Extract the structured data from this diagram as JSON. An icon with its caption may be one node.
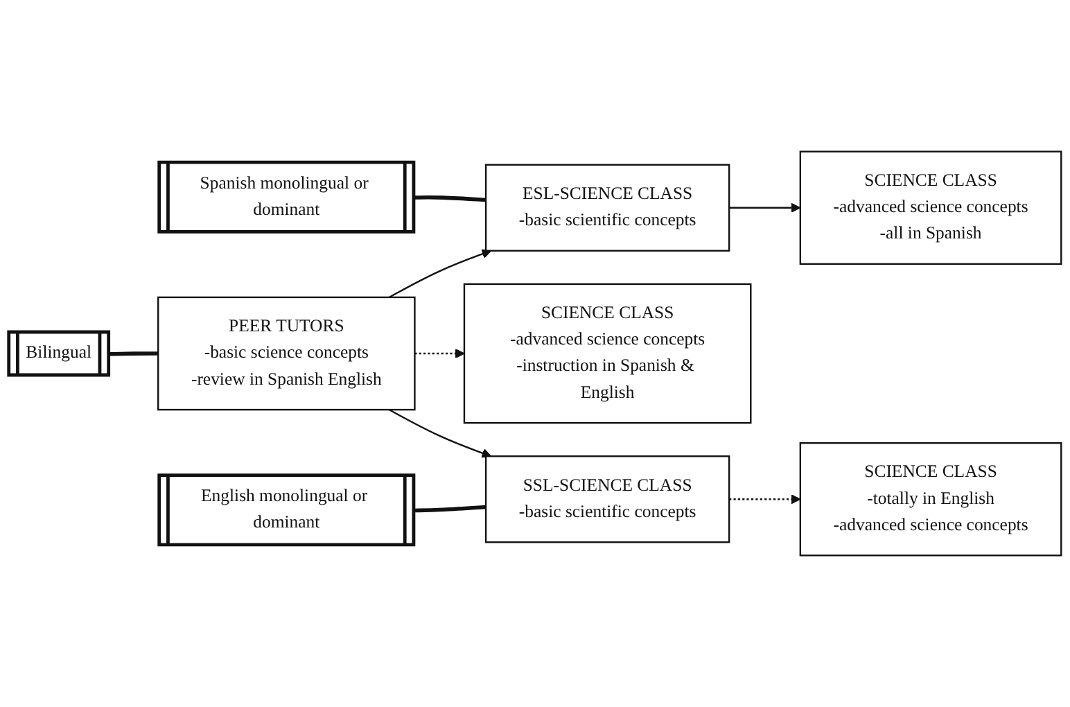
{
  "diagram": {
    "nodes": [
      {
        "text": [
          "Spanish monolingual or dominant"
        ]
      },
      {
        "text": [
          "ESL-SCIENCE CLASS",
          "-basic scientific concepts"
        ]
      },
      {
        "text": [
          "SCIENCE CLASS",
          "-advanced science concepts",
          "-all in Spanish"
        ]
      },
      {
        "text": [
          "Bilingual"
        ]
      },
      {
        "text": [
          "PEER TUTORS",
          "-basic science concepts",
          "-review in Spanish English"
        ]
      },
      {
        "text": [
          "SCIENCE CLASS",
          "-advanced science concepts",
          "-instruction in Spanish & English"
        ]
      },
      {
        "text": [
          "English monolingual or dominant"
        ]
      },
      {
        "text": [
          "SSL-SCIENCE CLASS",
          "-basic scientific concepts"
        ]
      },
      {
        "text": [
          "SCIENCE CLASS",
          "-totally in English",
          "-advanced science concepts"
        ]
      }
    ],
    "edges": [
      {
        "from": 0,
        "to": 1,
        "arrow": "none",
        "style": "thick"
      },
      {
        "from": 1,
        "to": 2,
        "arrow": "to"
      },
      {
        "from": 4,
        "to": 1,
        "arrow": "to"
      },
      {
        "from": 3,
        "to": 4,
        "arrow": "none",
        "style": "thick"
      },
      {
        "from": 4,
        "to": 5,
        "arrow": "to",
        "style": "dashed"
      },
      {
        "from": 4,
        "to": 7,
        "arrow": "to"
      },
      {
        "from": 6,
        "to": 7,
        "arrow": "none",
        "style": "thick"
      },
      {
        "from": 7,
        "to": 8,
        "arrow": "to",
        "style": "dashed"
      }
    ]
  }
}
